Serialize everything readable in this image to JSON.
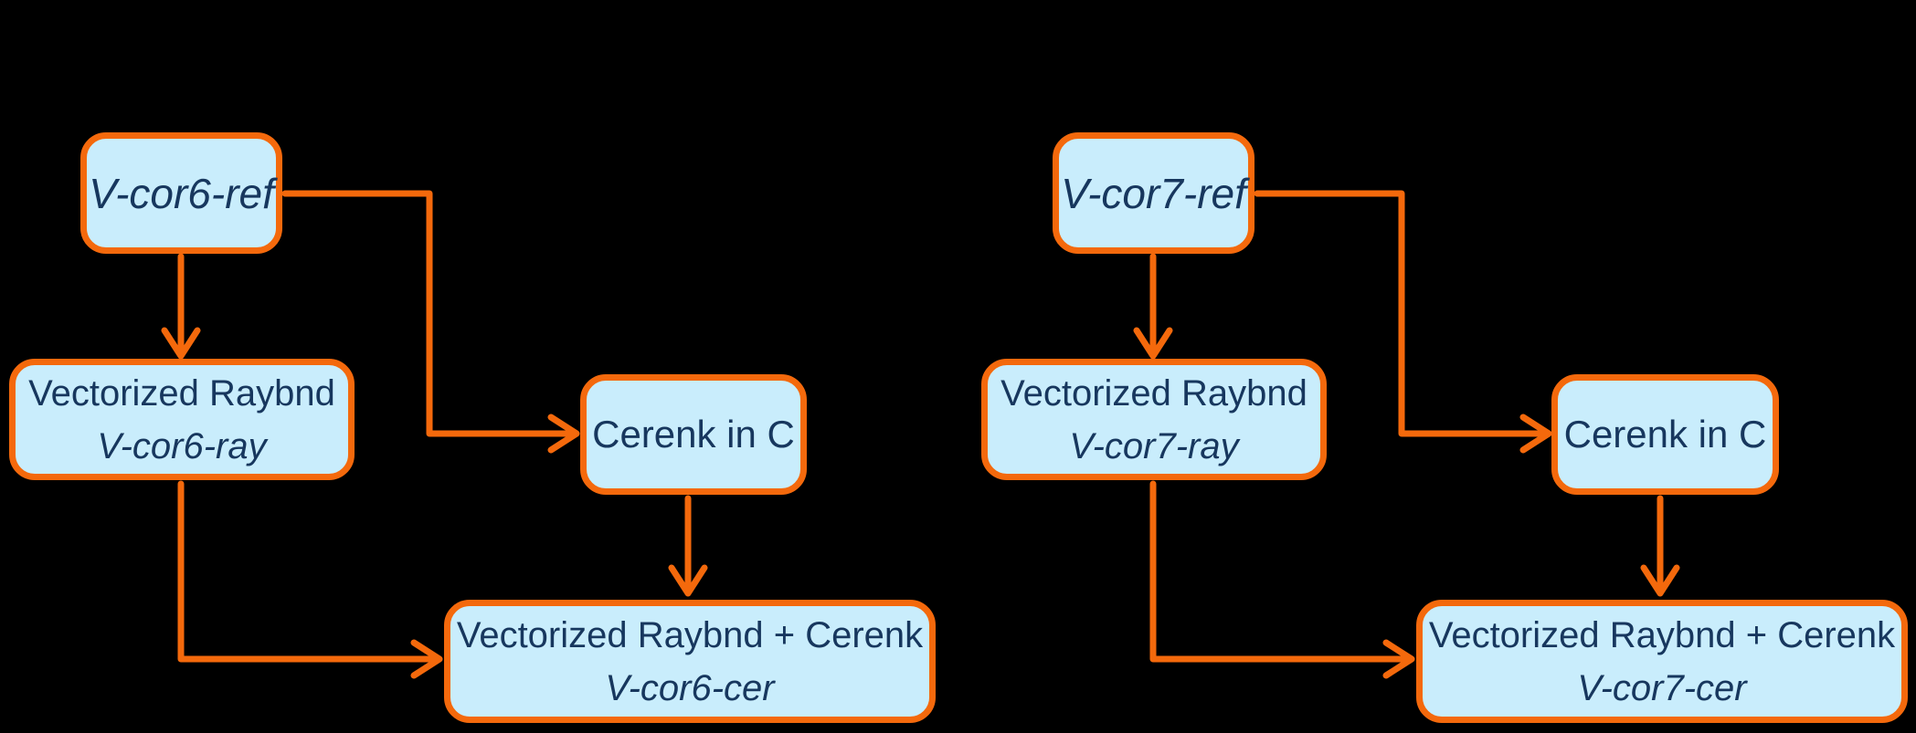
{
  "diagram": {
    "colors": {
      "background": "#000000",
      "accent": "#F4690C",
      "node_fill": "#C9EDFC",
      "text": "#17375E"
    },
    "groups": [
      {
        "id": "v-cor6",
        "ref": {
          "label": "V-cor6-ref"
        },
        "ray": {
          "title": "Vectorized Raybnd",
          "subtitle": "V-cor6-ray"
        },
        "cerenk": {
          "label": "Cerenk in C"
        },
        "combined": {
          "title": "Vectorized Raybnd + Cerenk",
          "subtitle": "V-cor6-cer"
        }
      },
      {
        "id": "v-cor7",
        "ref": {
          "label": "V-cor7-ref"
        },
        "ray": {
          "title": "Vectorized Raybnd",
          "subtitle": "V-cor7-ray"
        },
        "cerenk": {
          "label": "Cerenk in C"
        },
        "combined": {
          "title": "Vectorized Raybnd + Cerenk",
          "subtitle": "V-cor7-cer"
        }
      }
    ],
    "edges": [
      {
        "from": "v-cor6-ref",
        "to": "v-cor6-ray"
      },
      {
        "from": "v-cor6-ref",
        "to": "cerenk-in-c-left"
      },
      {
        "from": "cerenk-in-c-left",
        "to": "v-cor6-cer"
      },
      {
        "from": "v-cor6-ray",
        "to": "v-cor6-cer"
      },
      {
        "from": "v-cor7-ref",
        "to": "v-cor7-ray"
      },
      {
        "from": "v-cor7-ref",
        "to": "cerenk-in-c-right"
      },
      {
        "from": "cerenk-in-c-right",
        "to": "v-cor7-cer"
      },
      {
        "from": "v-cor7-ray",
        "to": "v-cor7-cer"
      }
    ]
  }
}
